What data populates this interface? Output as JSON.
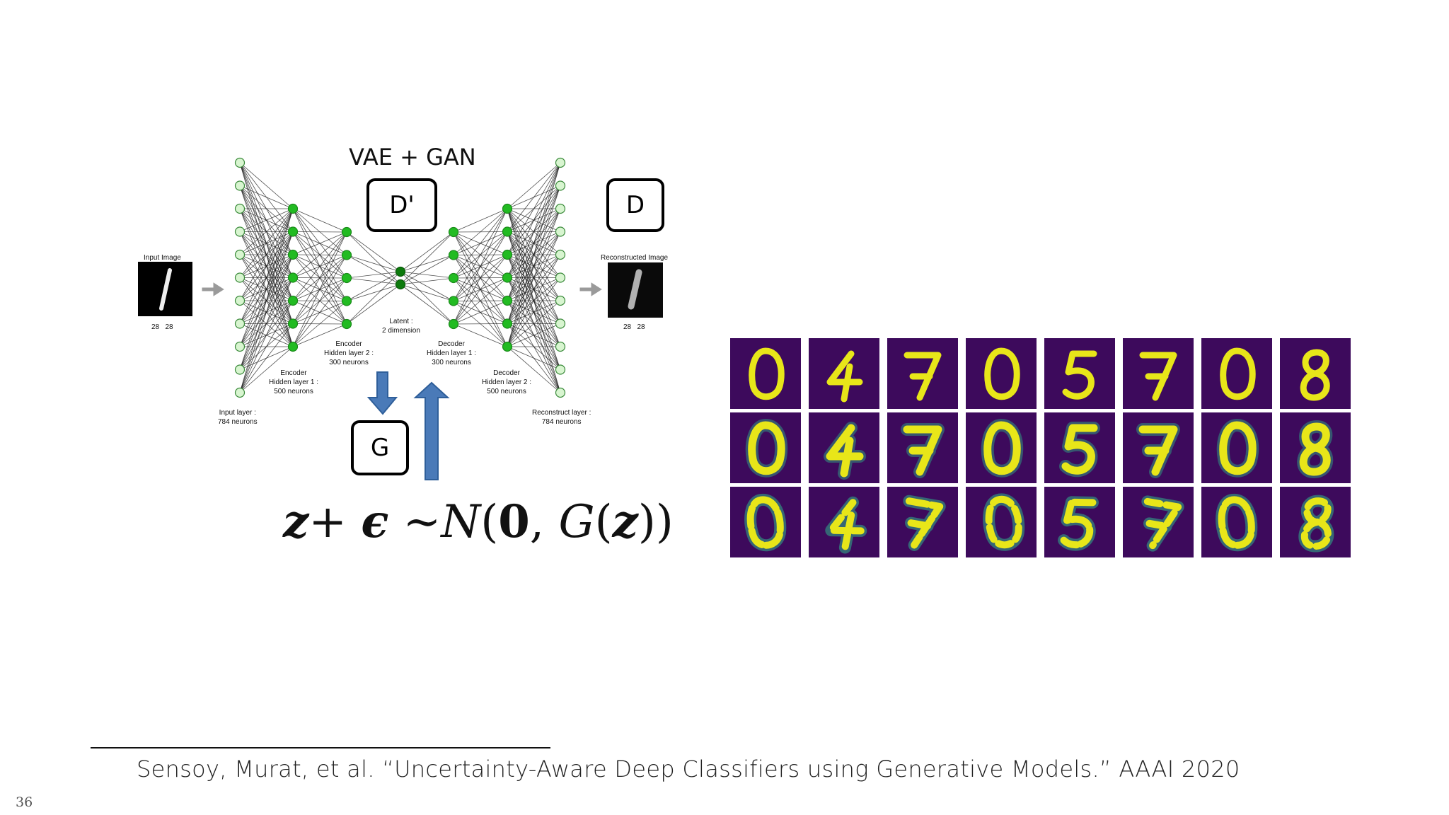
{
  "slide": {
    "title": "VAE + GAN",
    "page_number": "36",
    "citation": "Sensoy, Murat, et al. “Uncertainty-Aware Deep Classifiers using Generative Models.” AAAI 2020"
  },
  "diagram": {
    "boxes": {
      "d_prime": "D'",
      "d": "D",
      "g": "G"
    },
    "input_image_label": "Input Image",
    "reconstructed_image_label": "Reconstructed Image",
    "dim_left": "28   28",
    "dim_right": "28   28",
    "layers": {
      "input": [
        "Input layer :",
        "784 neurons"
      ],
      "enc1": [
        "Encoder",
        "Hidden layer 1 :",
        "500 neurons"
      ],
      "enc2": [
        "Encoder",
        "Hidden layer 2 :",
        "300 neurons"
      ],
      "latent": [
        "Latent :",
        "2 dimension"
      ],
      "dec1": [
        "Decoder",
        "Hidden layer 1 :",
        "300 neurons"
      ],
      "dec2": [
        "Decoder",
        "Hidden layer 2 :",
        "500 neurons"
      ],
      "recon": [
        "Reconstruct layer :",
        "784 neurons"
      ]
    },
    "colors": {
      "node_light": "#d8f5d0",
      "node_green": "#22bb22",
      "node_dark": "#0c7a0c",
      "arrow_blue": "#4a7ab8"
    }
  },
  "formula": {
    "z": "z",
    "plus": "+",
    "eps": "ϵ",
    "tilde": "∼",
    "N": "N",
    "zero": "0",
    "G": "G"
  },
  "digit_grid": {
    "rows": [
      [
        "0",
        "4",
        "7",
        "0",
        "5",
        "7",
        "0",
        "8"
      ],
      [
        "0",
        "4",
        "7",
        "0",
        "5",
        "7",
        "0",
        "8"
      ],
      [
        "0",
        "4",
        "7",
        "0",
        "5",
        "7",
        "0",
        "8"
      ]
    ],
    "colors": {
      "background": "#3d0a5c",
      "stroke": "#e8e619",
      "blur_edge": "#2fb38a"
    }
  }
}
